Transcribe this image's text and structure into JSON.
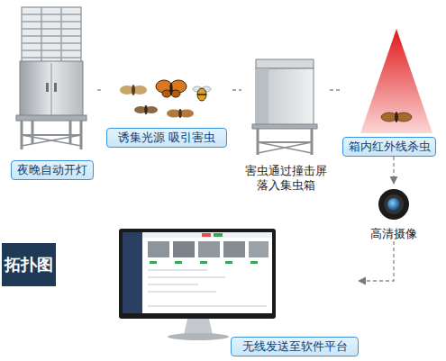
{
  "diagram": {
    "title": "拓扑图",
    "nodes": [
      {
        "text": [
          "夜晚自动开灯"
        ]
      },
      {
        "text": [
          "诱集光源 吸引害虫"
        ]
      },
      {
        "text": [
          "害虫通过撞击屏 落入集虫箱"
        ]
      },
      {
        "text": [
          "箱内红外线杀虫"
        ]
      },
      {
        "text": [
          "高清摄像"
        ]
      },
      {
        "text": [
          "无线发送至软件平台"
        ]
      }
    ],
    "edges": [
      {
        "from": 0,
        "to": 1,
        "arrow": "none"
      },
      {
        "from": 1,
        "to": 2,
        "arrow": "none"
      },
      {
        "from": 2,
        "to": 3,
        "arrow": "none"
      },
      {
        "from": 3,
        "to": 4,
        "arrow": "to"
      },
      {
        "from": 4,
        "to": 5,
        "arrow": "to"
      }
    ]
  }
}
